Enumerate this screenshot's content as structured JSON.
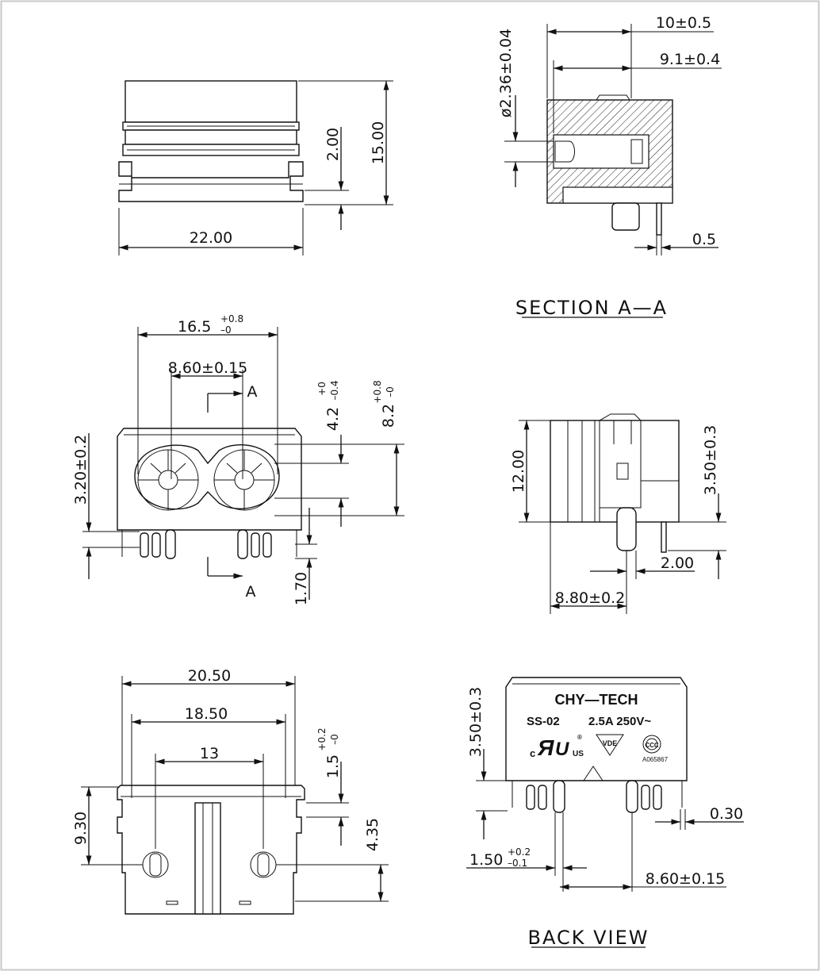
{
  "views": {
    "top": {
      "width": "22.00",
      "height": "15.00",
      "step": "2.00"
    },
    "section": {
      "title": "SECTION A—A",
      "outer": "10±0.5",
      "inner": "9.1±0.4",
      "diameter": "ø2.36±0.04",
      "pin": "0.5"
    },
    "front": {
      "width_base": "16.5",
      "width_tol_plus": "+0.8",
      "width_tol_minus": "–0",
      "pitch": "8.60±0.15",
      "section_mark_top": "A",
      "section_mark_bottom": "A",
      "h1_base": "4.2",
      "h1_tol_plus": "+0",
      "h1_tol_minus": "–0.4",
      "h2_base": "8.2",
      "h2_tol_plus": "+0.8",
      "h2_tol_minus": "–0",
      "left_height": "3.20±0.2",
      "pin_length": "1.70"
    },
    "side": {
      "height": "12.00",
      "offset": "3.50±0.3",
      "pin_gap": "2.00",
      "depth": "8.80±0.2"
    },
    "bottom": {
      "w1": "20.50",
      "w2": "18.50",
      "w3": "13",
      "h_left": "9.30",
      "h_right": "4.35",
      "tab_base": "1.5",
      "tab_tol_plus": "+0.2",
      "tab_tol_minus": "–0"
    },
    "back": {
      "title": "BACK VIEW",
      "offset": "3.50±0.3",
      "pin_thick": "0.30",
      "pin_w_base": "1.50",
      "pin_w_tol_plus": "+0.2",
      "pin_w_tol_minus": "–0.1",
      "pitch": "8.60±0.15",
      "label": {
        "brand": "CHY—TECH",
        "model": "SS-02",
        "rating": "2.5A 250V~",
        "cert_no": "A065867"
      }
    }
  }
}
